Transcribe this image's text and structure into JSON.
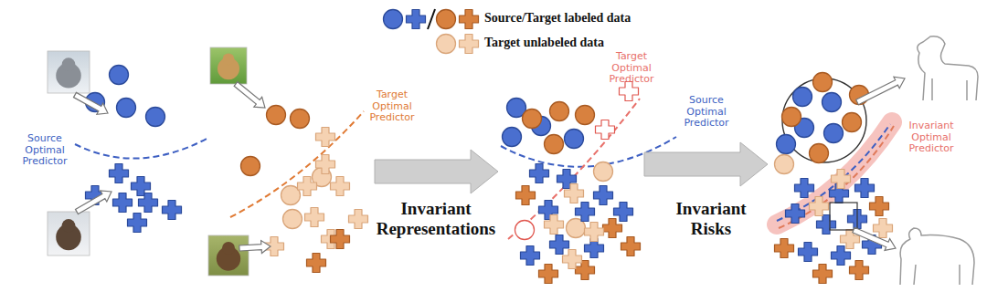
{
  "diagram": {
    "labels": [
      "Source Optimal Predictor",
      "Target Optimal Predictor",
      "Invariant Representations",
      "Target Optimal Predictor",
      "Source Optimal Predictor",
      "Invariant Risks",
      "Invariant Optimal Predictor"
    ],
    "legend": [
      {
        "text": "Source/Target labeled data"
      },
      {
        "text": "Target unlabeled data"
      }
    ]
  }
}
